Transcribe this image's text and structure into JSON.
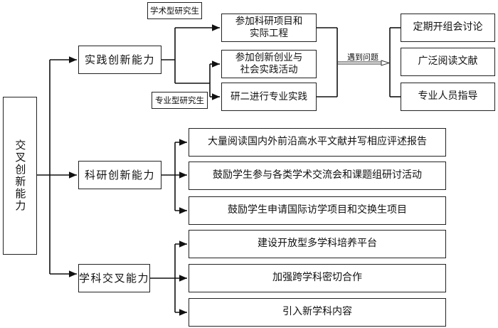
{
  "root": {
    "label": "交叉创新能力"
  },
  "branches": [
    {
      "label": "实践创新能力",
      "children": [
        "参加科研项目和\n实际工程",
        "参加创新创业与\n社会实践活动",
        "研二进行专业实践"
      ]
    },
    {
      "label": "科研创新能力",
      "children": [
        "大量阅读国内外前沿高水平文献并写相应评述报告",
        "鼓励学生参与各类学术交流会和课题组研讨活动",
        "鼓励学生申请国际访学项目和交换生项目"
      ]
    },
    {
      "label": "学科交叉能力",
      "children": [
        "建设开放型多学科培养平台",
        "加强跨学科密切合作",
        "引入新学科内容"
      ]
    }
  ],
  "tags": {
    "academic": "学术型研究生",
    "professional": "专业型研究生"
  },
  "problem_arrow_label": "遇到问题",
  "solutions": [
    "定期开组会讨论",
    "广泛阅读文献",
    "专业人员指导"
  ]
}
